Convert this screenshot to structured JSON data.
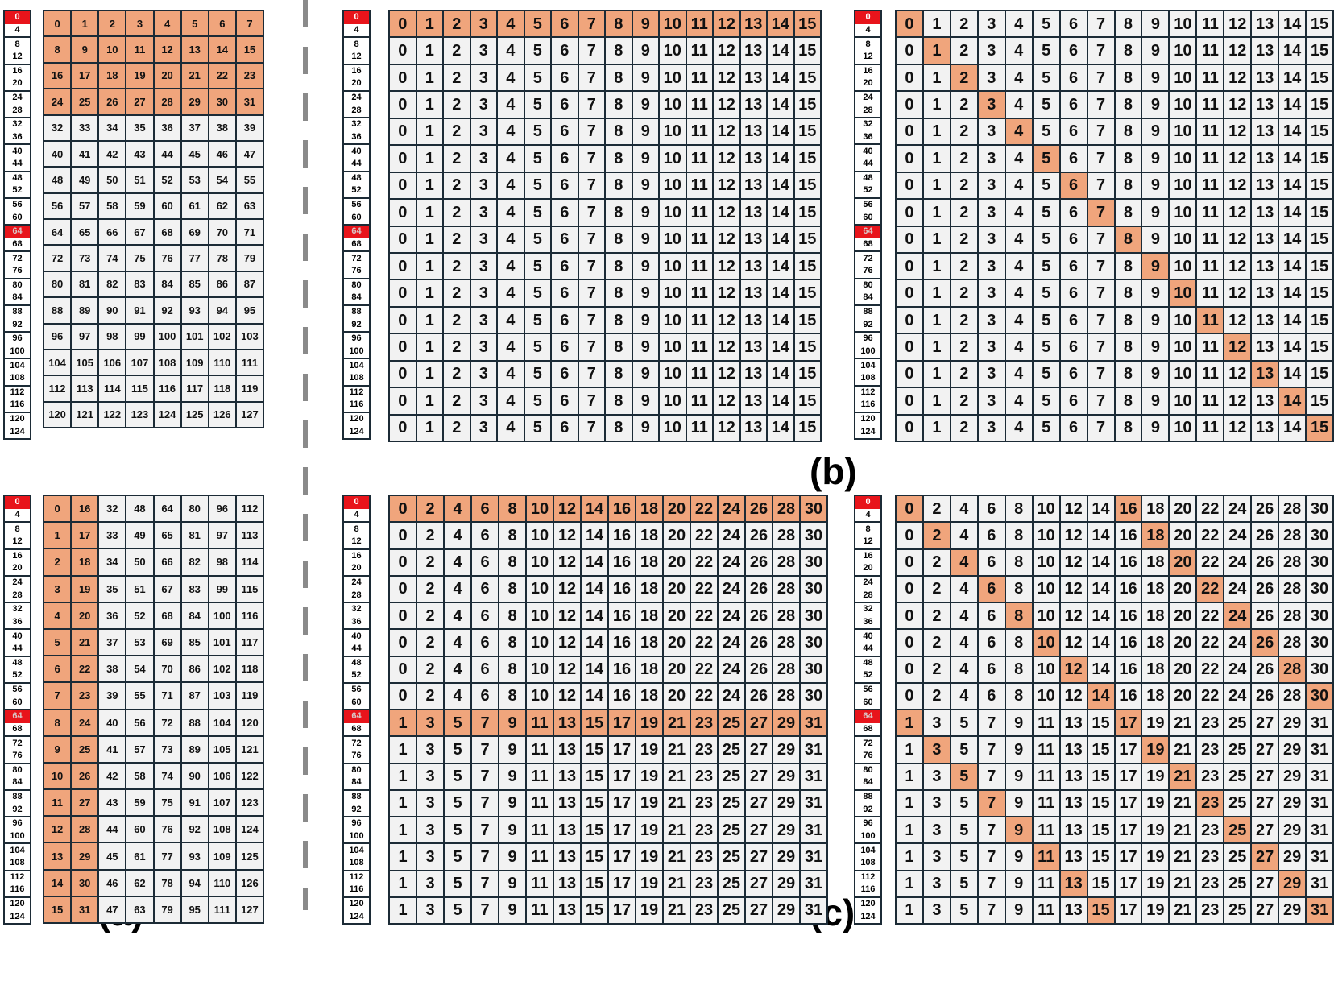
{
  "figure": {
    "address_labels": [
      "0",
      "4",
      "8",
      "12",
      "16",
      "20",
      "24",
      "28",
      "32",
      "36",
      "40",
      "44",
      "48",
      "52",
      "56",
      "60",
      "64",
      "68",
      "72",
      "76",
      "80",
      "84",
      "88",
      "92",
      "96",
      "100",
      "104",
      "108",
      "112",
      "116",
      "120",
      "124"
    ],
    "panel_labels": {
      "a": "(a)",
      "b": "(b)",
      "c": "(c)"
    },
    "colors": {
      "highlight": "#f0a57c",
      "cell": "#f2f2f2",
      "border": "#1c2b36",
      "address_marker": "#e8141b",
      "divider": "#8a8a8a"
    },
    "grids": {
      "a_top": {
        "rows": [
          [
            0,
            1,
            2,
            3,
            4,
            5,
            6,
            7
          ],
          [
            8,
            9,
            10,
            11,
            12,
            13,
            14,
            15
          ],
          [
            16,
            17,
            18,
            19,
            20,
            21,
            22,
            23
          ],
          [
            24,
            25,
            26,
            27,
            28,
            29,
            30,
            31
          ],
          [
            32,
            33,
            34,
            35,
            36,
            37,
            38,
            39
          ],
          [
            40,
            41,
            42,
            43,
            44,
            45,
            46,
            47
          ],
          [
            48,
            49,
            50,
            51,
            52,
            53,
            54,
            55
          ],
          [
            56,
            57,
            58,
            59,
            60,
            61,
            62,
            63
          ],
          [
            64,
            65,
            66,
            67,
            68,
            69,
            70,
            71
          ],
          [
            72,
            73,
            74,
            75,
            76,
            77,
            78,
            79
          ],
          [
            80,
            81,
            82,
            83,
            84,
            85,
            86,
            87
          ],
          [
            88,
            89,
            90,
            91,
            92,
            93,
            94,
            95
          ],
          [
            96,
            97,
            98,
            99,
            100,
            101,
            102,
            103
          ],
          [
            104,
            105,
            106,
            107,
            108,
            109,
            110,
            111
          ],
          [
            112,
            113,
            114,
            115,
            116,
            117,
            118,
            119
          ],
          [
            120,
            121,
            122,
            123,
            124,
            125,
            126,
            127
          ]
        ],
        "highlight": "first_four_rows"
      },
      "a_bottom": {
        "rows": [
          [
            0,
            16,
            32,
            48,
            64,
            80,
            96,
            112
          ],
          [
            1,
            17,
            33,
            49,
            65,
            81,
            97,
            113
          ],
          [
            2,
            18,
            34,
            50,
            66,
            82,
            98,
            114
          ],
          [
            3,
            19,
            35,
            51,
            67,
            83,
            99,
            115
          ],
          [
            4,
            20,
            36,
            52,
            68,
            84,
            100,
            116
          ],
          [
            5,
            21,
            37,
            53,
            69,
            85,
            101,
            117
          ],
          [
            6,
            22,
            38,
            54,
            70,
            86,
            102,
            118
          ],
          [
            7,
            23,
            39,
            55,
            71,
            87,
            103,
            119
          ],
          [
            8,
            24,
            40,
            56,
            72,
            88,
            104,
            120
          ],
          [
            9,
            25,
            41,
            57,
            73,
            89,
            105,
            121
          ],
          [
            10,
            26,
            42,
            58,
            74,
            90,
            106,
            122
          ],
          [
            11,
            27,
            43,
            59,
            75,
            91,
            107,
            123
          ],
          [
            12,
            28,
            44,
            60,
            76,
            92,
            108,
            124
          ],
          [
            13,
            29,
            45,
            61,
            77,
            93,
            109,
            125
          ],
          [
            14,
            30,
            46,
            62,
            78,
            94,
            110,
            126
          ],
          [
            15,
            31,
            47,
            63,
            79,
            95,
            111,
            127
          ]
        ],
        "highlight": "first_two_columns"
      },
      "b_row_values": [
        0,
        1,
        2,
        3,
        4,
        5,
        6,
        7,
        8,
        9,
        10,
        11,
        12,
        13,
        14,
        15
      ],
      "c_even_row_values": [
        0,
        2,
        4,
        6,
        8,
        10,
        12,
        14,
        16,
        18,
        20,
        22,
        24,
        26,
        28,
        30
      ],
      "c_odd_row_values": [
        1,
        3,
        5,
        7,
        9,
        11,
        13,
        15,
        17,
        19,
        21,
        23,
        25,
        27,
        29,
        31
      ]
    }
  }
}
